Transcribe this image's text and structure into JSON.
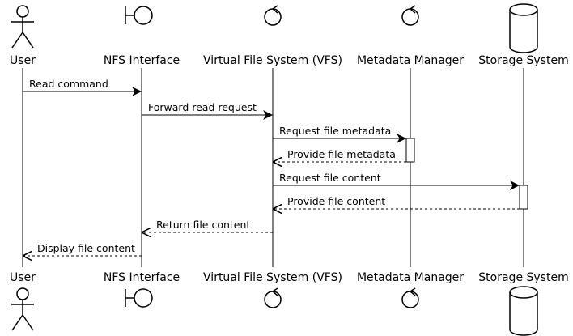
{
  "participants": [
    {
      "id": "user",
      "label": "User",
      "kind": "actor"
    },
    {
      "id": "nfs",
      "label": "NFS Interface",
      "kind": "boundary"
    },
    {
      "id": "vfs",
      "label": "Virtual File System (VFS)",
      "kind": "control"
    },
    {
      "id": "meta",
      "label": "Metadata Manager",
      "kind": "control"
    },
    {
      "id": "storage",
      "label": "Storage System",
      "kind": "database"
    }
  ],
  "messages": [
    {
      "from": "user",
      "to": "nfs",
      "label": "Read command",
      "kind": "sync"
    },
    {
      "from": "nfs",
      "to": "vfs",
      "label": "Forward read request",
      "kind": "sync"
    },
    {
      "from": "vfs",
      "to": "meta",
      "label": "Request file metadata",
      "kind": "sync"
    },
    {
      "from": "meta",
      "to": "vfs",
      "label": "Provide file metadata",
      "kind": "return"
    },
    {
      "from": "vfs",
      "to": "storage",
      "label": "Request file content",
      "kind": "sync"
    },
    {
      "from": "storage",
      "to": "vfs",
      "label": "Provide file content",
      "kind": "return"
    },
    {
      "from": "vfs",
      "to": "nfs",
      "label": "Return file content",
      "kind": "return"
    },
    {
      "from": "nfs",
      "to": "user",
      "label": "Display file content",
      "kind": "return"
    }
  ],
  "activations": [
    {
      "participant": "meta",
      "from_message": 2,
      "to_message": 3
    },
    {
      "participant": "storage",
      "from_message": 4,
      "to_message": 5
    }
  ],
  "colors": {
    "line": "#000000",
    "fill": "#ffffff"
  }
}
